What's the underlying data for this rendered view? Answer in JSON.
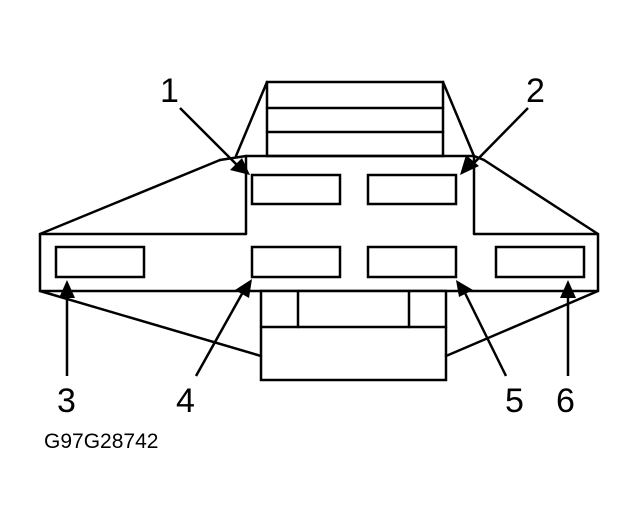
{
  "callouts": [
    "1",
    "2",
    "3",
    "4",
    "5",
    "6"
  ],
  "figure_code": "G97G28742"
}
